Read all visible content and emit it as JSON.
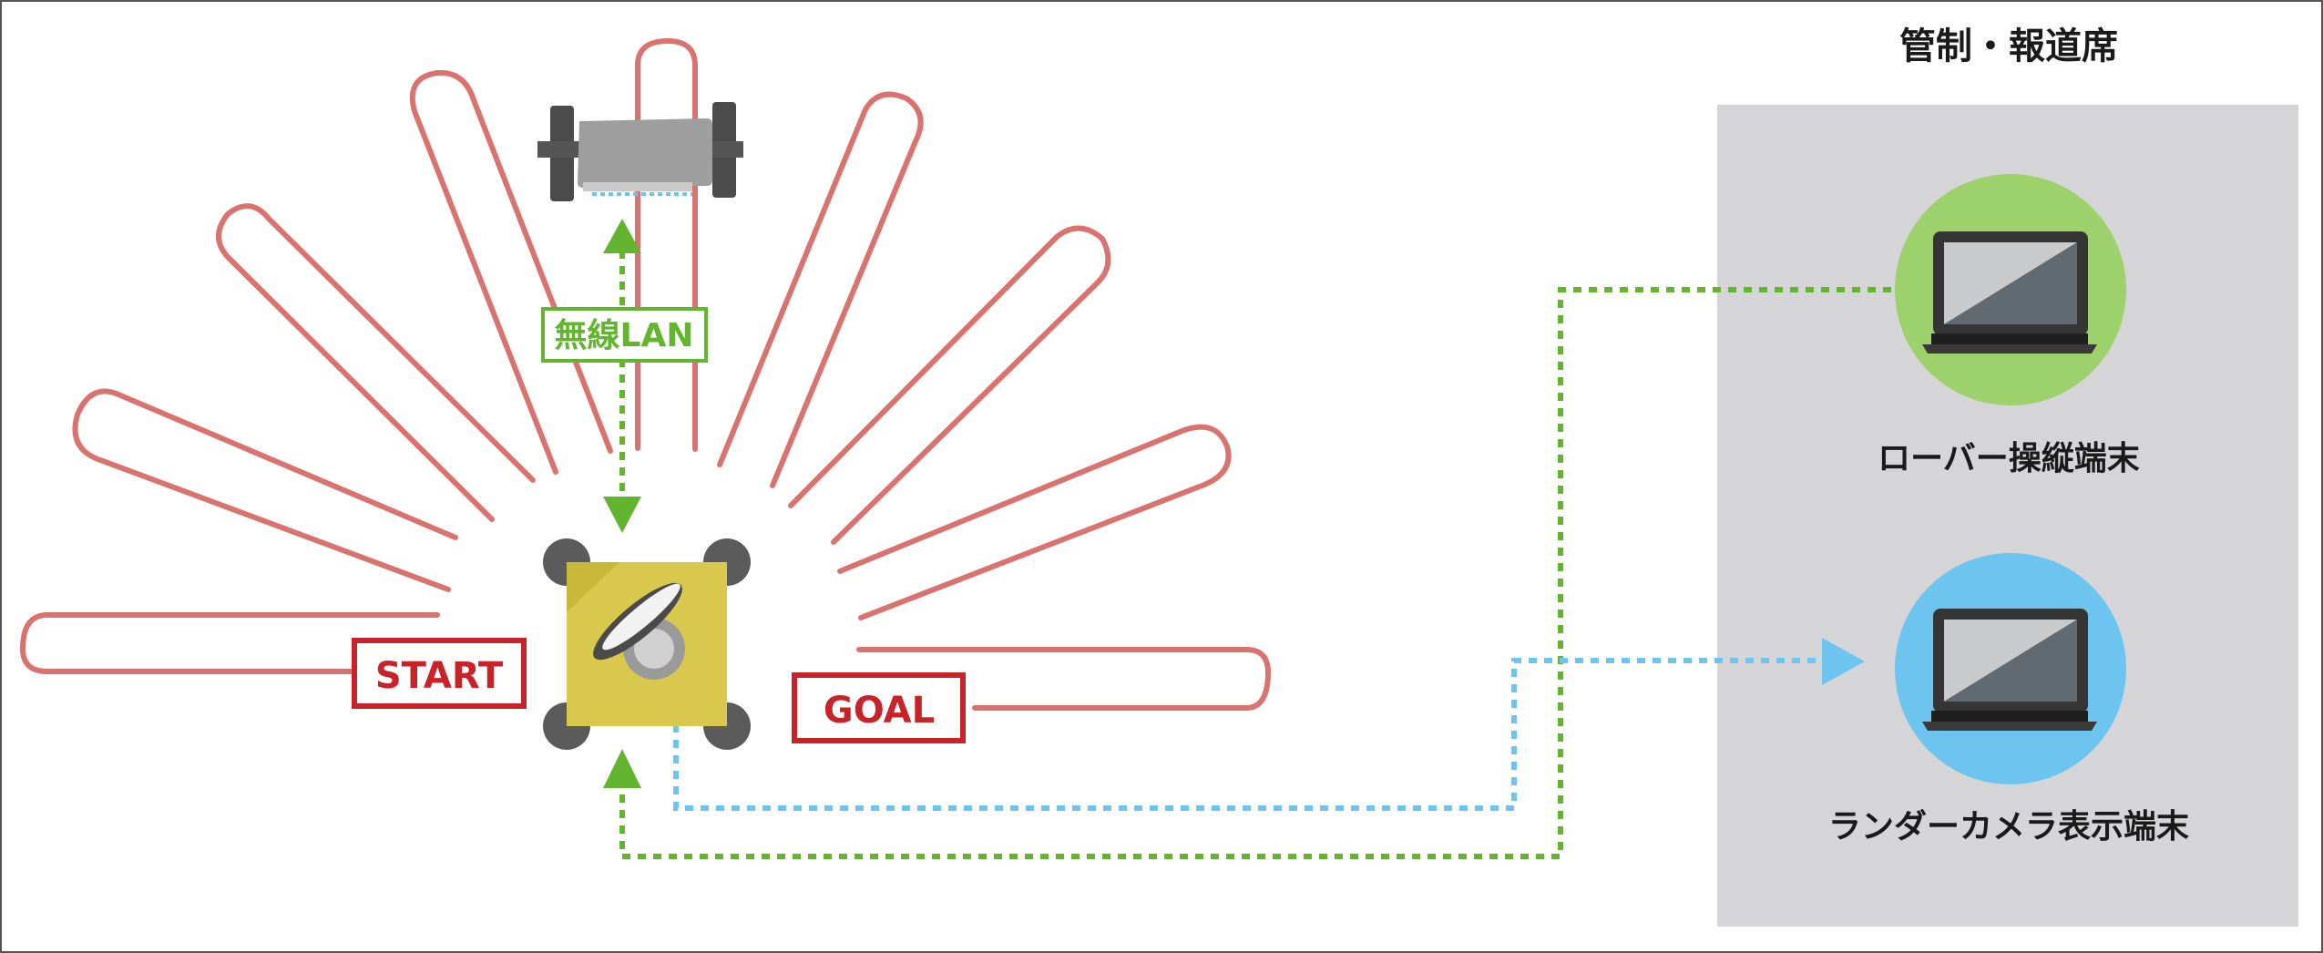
{
  "panel": {
    "title": "管制・報道席",
    "terminals": [
      {
        "label": "ローバー操縦端末",
        "color": "#9dd16c"
      },
      {
        "label": "ランダーカメラ表示端末",
        "color": "#6cc4ef"
      }
    ]
  },
  "labels": {
    "start": "START",
    "goal": "GOAL",
    "wireless": "無線LAN"
  },
  "colors": {
    "path": "#d9736f",
    "link_green": "#63b530",
    "link_blue": "#6cc4ef",
    "start_goal": "#c7242a",
    "panel_bg": "#d5d5d7",
    "lander_body": "#d8c84e"
  },
  "icons": {
    "rover": "rover-icon",
    "lander": "lander-icon",
    "laptop": "laptop-icon"
  }
}
